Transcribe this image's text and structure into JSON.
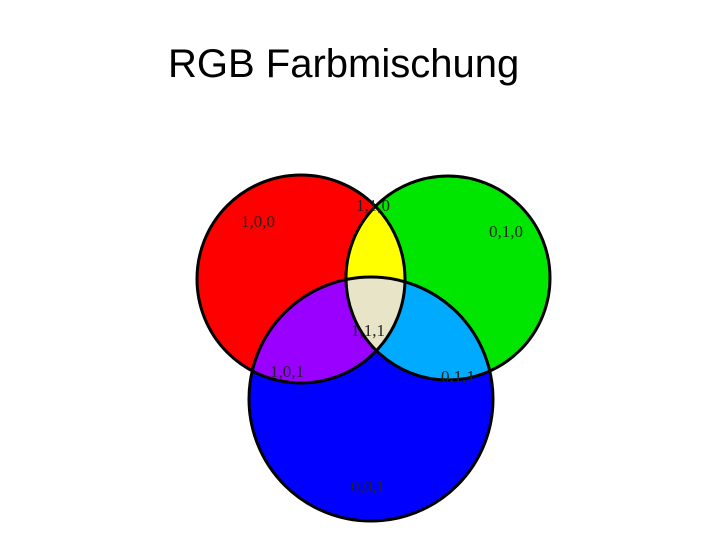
{
  "slide": {
    "title": "RGB Farbmischung"
  },
  "diagram": {
    "circles": [
      {
        "id": "red",
        "label": "1,0,0",
        "color": "#ff0000"
      },
      {
        "id": "green",
        "label": "0,1,0",
        "color": "#00e600"
      },
      {
        "id": "blue",
        "label": "0,0,1",
        "color": "#0000ff"
      }
    ],
    "overlaps": [
      {
        "id": "red-green",
        "label": "1,1,0",
        "color": "#ffff00"
      },
      {
        "id": "red-blue",
        "label": "1,0,1",
        "color": "#9900ff"
      },
      {
        "id": "green-blue",
        "label": "0,1,1",
        "color": "#00aaff"
      },
      {
        "id": "all",
        "label": "1,1,1",
        "color": "#e8e4c8"
      }
    ],
    "outline_color": "#000000"
  }
}
